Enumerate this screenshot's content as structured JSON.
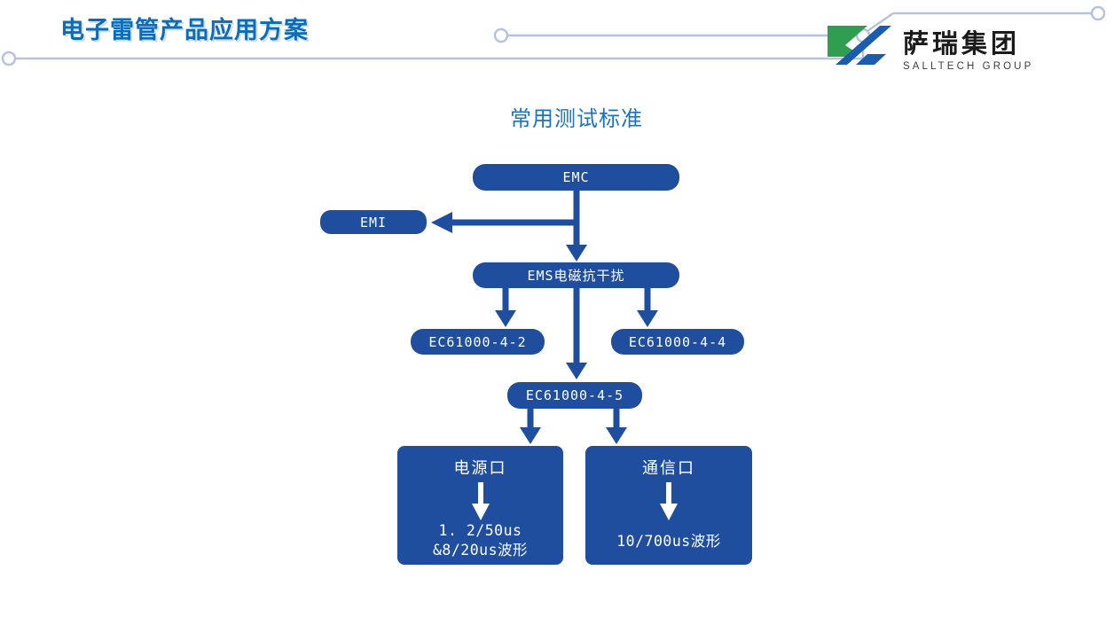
{
  "header": {
    "title": "电子雷管产品应用方案",
    "logo": {
      "name": "萨瑞集团",
      "subname": "SALLTECH GROUP"
    }
  },
  "diagram": {
    "title": "常用测试标准",
    "nodes": {
      "emc": {
        "label": "EMC"
      },
      "emi": {
        "label": "EMI"
      },
      "ems": {
        "label": "EMS电磁抗干扰"
      },
      "ec61000_4_2": {
        "label": "EC61000-4-2"
      },
      "ec61000_4_4": {
        "label": "EC61000-4-4"
      },
      "ec61000_4_5": {
        "label": "EC61000-4-5"
      },
      "power_port": {
        "label": "电源口",
        "lines": [
          "1. 2/50us",
          "&8/20us波形"
        ]
      },
      "comm_port": {
        "label": "通信口",
        "lines": [
          "10/700us波形"
        ]
      }
    }
  },
  "colors": {
    "node_fill": "#1f4e9e",
    "arrow": "#1f4e9e",
    "node_text": "#ffffff",
    "title_blue": "#0d6cb8",
    "diagram_title_blue": "#1a73c0",
    "decor_line": "#b7c3dc",
    "logo_green": "#2f9e50",
    "logo_blue": "#1b5cad",
    "background": "#ffffff"
  }
}
